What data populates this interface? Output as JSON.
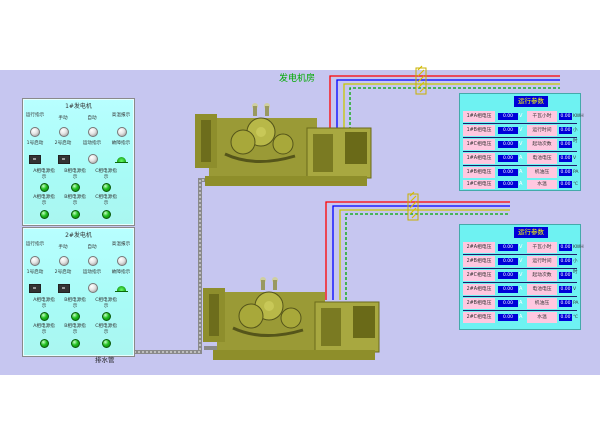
{
  "room_title": "发电机房",
  "drain_label": "排水管",
  "colors": {
    "background": "#c6c6f0",
    "panel": "#aaf8f4",
    "param_panel": "#6ef2f2",
    "value_box": "#0000d8",
    "header_text": "#ffff00"
  },
  "panels": [
    {
      "title": "1#发电机",
      "row1": [
        "运行指示",
        "手动",
        "自动",
        "高温报示"
      ],
      "row2": [
        "1号启动",
        "2号启动",
        "运动指示",
        "故障指示"
      ],
      "row3": [
        "A相电源指示",
        "B相电源指示",
        "C相电源指示"
      ],
      "row4": [
        "A相电源指示",
        "B相电源指示",
        "C相电源指示"
      ]
    },
    {
      "title": "2#发电机",
      "row1": [
        "运行指示",
        "手动",
        "自动",
        "高温报示"
      ],
      "row2": [
        "1号启动",
        "2号启动",
        "运动指示",
        "故障指示"
      ],
      "row3": [
        "A相电源指示",
        "B相电源指示",
        "C相电源指示"
      ],
      "row4": [
        "A相电源指示",
        "B相电源指示",
        "C相电源指示"
      ]
    }
  ],
  "params": [
    {
      "header": "运行参数",
      "rows": [
        {
          "l": "1#A相电压",
          "v": "0.00",
          "u": "V",
          "l2": "千瓦小时",
          "v2": "0.00",
          "u2": "KWH"
        },
        {
          "l": "1#B相电压",
          "v": "0.00",
          "u": "V",
          "l2": "运行时间",
          "v2": "0.00",
          "u2": "小时"
        },
        {
          "l": "1#C相电压",
          "v": "0.00",
          "u": "V",
          "l2": "起动次数",
          "v2": "0.00",
          "u2": ""
        },
        {
          "l": "1#A相电压",
          "v": "0.00",
          "u": "A",
          "l2": "电池电压",
          "v2": "0.00",
          "u2": "V"
        },
        {
          "l": "1#B相电压",
          "v": "0.00",
          "u": "A",
          "l2": "机油压",
          "v2": "0.00",
          "u2": "PA"
        },
        {
          "l": "1#C相电压",
          "v": "0.00",
          "u": "A",
          "l2": "水温",
          "v2": "0.00",
          "u2": "℃"
        }
      ]
    },
    {
      "header": "运行参数",
      "rows": [
        {
          "l": "2#A相电压",
          "v": "0.00",
          "u": "V",
          "l2": "千瓦小时",
          "v2": "0.00",
          "u2": "KWH"
        },
        {
          "l": "2#B相电压",
          "v": "0.00",
          "u": "V",
          "l2": "运行时间",
          "v2": "0.00",
          "u2": "小时"
        },
        {
          "l": "2#C相电压",
          "v": "0.00",
          "u": "V",
          "l2": "起动次数",
          "v2": "0.00",
          "u2": ""
        },
        {
          "l": "2#A相电压",
          "v": "0.00",
          "u": "A",
          "l2": "电池电压",
          "v2": "0.00",
          "u2": "V"
        },
        {
          "l": "2#B相电压",
          "v": "0.00",
          "u": "A",
          "l2": "机油压",
          "v2": "0.00",
          "u2": "PA"
        },
        {
          "l": "2#C相电压",
          "v": "0.00",
          "u": "A",
          "l2": "水温",
          "v2": "0.00",
          "u2": "℃"
        }
      ]
    }
  ]
}
